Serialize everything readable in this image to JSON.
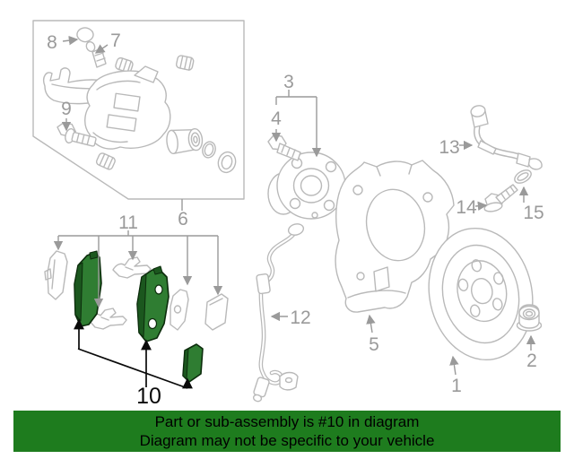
{
  "banner": {
    "line1": "Part or sub-assembly is #10 in diagram",
    "line2": "Diagram may not be specific to your vehicle"
  },
  "highlighted_callout": "10",
  "colors": {
    "banner_green": "#1e7c1e",
    "pad_green": "#2f7d32",
    "pad_green_dark": "#1b571e",
    "line_gray": "#b9b9b9",
    "label_gray": "#9a9a9a",
    "callout_black": "#0a0a0a"
  },
  "callouts": [
    {
      "label": "1"
    },
    {
      "label": "2"
    },
    {
      "label": "3"
    },
    {
      "label": "4"
    },
    {
      "label": "5"
    },
    {
      "label": "6"
    },
    {
      "label": "7"
    },
    {
      "label": "8"
    },
    {
      "label": "9"
    },
    {
      "label": "10"
    },
    {
      "label": "11"
    },
    {
      "label": "12"
    },
    {
      "label": "13"
    },
    {
      "label": "14"
    },
    {
      "label": "15"
    }
  ]
}
